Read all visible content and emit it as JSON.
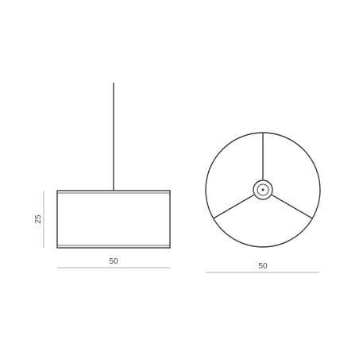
{
  "side_view": {
    "width_label": "50",
    "height_label": "25"
  },
  "bottom_view": {
    "diameter_label": "50"
  },
  "colors": {
    "outline": "#3a3a3a",
    "dimension_line": "#b0b0b0",
    "dimension_text": "#4a4a4a"
  }
}
